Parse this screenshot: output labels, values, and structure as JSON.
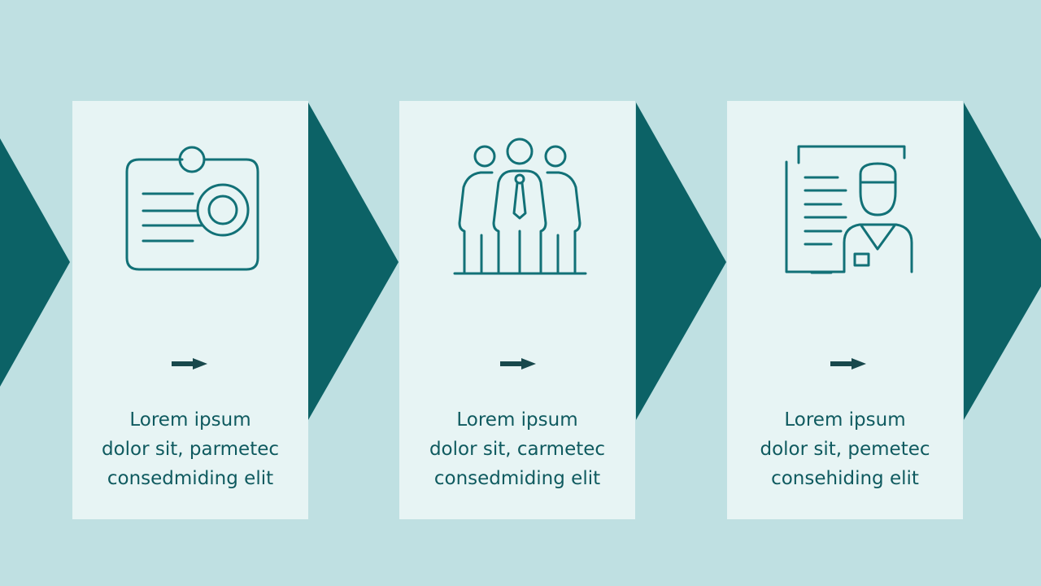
{
  "colors": {
    "background": "#bfe0e2",
    "card": "#e7f4f4",
    "chevron": "#0c6266",
    "icon_stroke": "#127177",
    "text": "#0f5a5f",
    "arrow": "#18484c"
  },
  "steps": [
    {
      "icon": "id-card-icon",
      "arrow_icon": "arrow-right-icon",
      "lines": [
        "Lorem ipsum",
        "dolor sit, parmetec",
        "consedmiding elit"
      ]
    },
    {
      "icon": "team-icon",
      "arrow_icon": "arrow-right-icon",
      "lines": [
        "Lorem ipsum",
        "dolor sit, carmetec",
        "consedmiding elit"
      ]
    },
    {
      "icon": "doctor-document-icon",
      "arrow_icon": "arrow-right-icon",
      "lines": [
        "Lorem ipsum",
        "dolor sit, pemetec",
        "consehiding elit"
      ]
    }
  ]
}
